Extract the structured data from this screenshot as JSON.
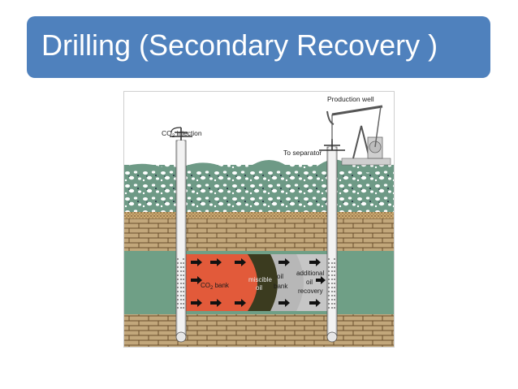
{
  "slide": {
    "title": "Drilling (Secondary Recovery )"
  },
  "diagram": {
    "labels": {
      "co2_injection": "CO",
      "co2_injection_sub": "2",
      "co2_injection_rest": " injection",
      "production_well": "Production well",
      "to_separator": "To separator",
      "co2_bank": "CO",
      "co2_bank_sub": "2",
      "co2_bank_rest": " bank",
      "miscible_oil_1": "miscible",
      "miscible_oil_2": "oil",
      "oil_bank_1": "oil",
      "oil_bank_2": "bank",
      "additional_1": "additional",
      "additional_2": "oil",
      "additional_3": "recovery"
    },
    "colors": {
      "title_bar": "#4f81bd",
      "gravel": "#6f9a86",
      "brick": "#bfa67c",
      "reservoir": "#6f9f86",
      "co2_bank": "#e25a3a",
      "miscible_oil": "#3b3b1f",
      "oil_bank": "#b9b9b9",
      "additional_recovery": "#c9c9c9"
    }
  }
}
